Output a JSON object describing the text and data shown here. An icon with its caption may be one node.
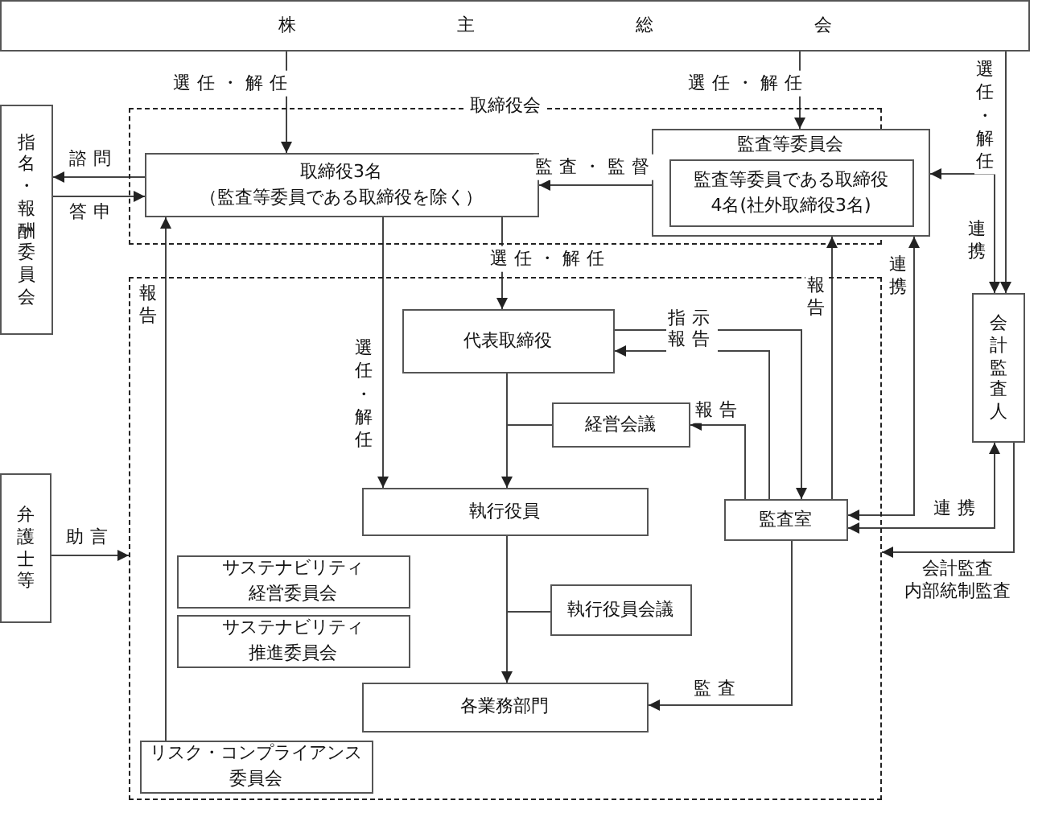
{
  "diagram": {
    "nodes": [
      {
        "text": [
          "株主総会"
        ]
      },
      {
        "text": [
          "取締役会"
        ]
      },
      {
        "text": [
          "取締役3名（監査等委員である取締役を除く）"
        ],
        "in": 1
      },
      {
        "text": [
          "監査等委員会"
        ],
        "in": 1
      },
      {
        "text": [
          "監査等委員である取締役4名(社外取締役3名)"
        ],
        "in": 3
      },
      {
        "text": [
          "指名・報酬委員会"
        ]
      },
      {
        "text": [],
        "shape": "box"
      },
      {
        "text": [
          "代表取締役"
        ],
        "in": 6
      },
      {
        "text": [
          "経営会議"
        ],
        "in": 6
      },
      {
        "text": [
          "執行役員"
        ],
        "in": 6
      },
      {
        "text": [
          "監査室"
        ],
        "in": 6
      },
      {
        "text": [
          "サステナビリティ経営委員会"
        ],
        "in": 6
      },
      {
        "text": [
          "サステナビリティ推進委員会"
        ],
        "in": 6
      },
      {
        "text": [
          "執行役員会議"
        ],
        "in": 6
      },
      {
        "text": [
          "各業務部門"
        ],
        "in": 6
      },
      {
        "text": [
          "リスク・コンプライアンス委員会"
        ],
        "in": 6
      },
      {
        "text": [
          "弁護士等"
        ]
      },
      {
        "text": [
          "会計監査人"
        ]
      }
    ],
    "edges": [
      {
        "from": 0,
        "to": 2,
        "arrow": "to",
        "label": "選任・解任"
      },
      {
        "from": 0,
        "to": 3,
        "arrow": "to",
        "label": "選任・解任"
      },
      {
        "from": 0,
        "to": 17,
        "arrow": "to",
        "label": "選任・解任"
      },
      {
        "from": 2,
        "to": 5,
        "arrow": "to",
        "label": "諮問"
      },
      {
        "from": 5,
        "to": 2,
        "arrow": "to",
        "label": "答申"
      },
      {
        "from": 3,
        "to": 2,
        "arrow": "to",
        "label": "監査・監督"
      },
      {
        "from": 2,
        "to": 7,
        "arrow": "to",
        "label": "選任・解任"
      },
      {
        "from": 2,
        "to": 9,
        "arrow": "to",
        "label": "選任・解任"
      },
      {
        "from": 15,
        "to": 2,
        "arrow": "to",
        "label": "報告"
      },
      {
        "from": 7,
        "to": 10,
        "arrow": "to",
        "label": "指示"
      },
      {
        "from": 10,
        "to": 7,
        "arrow": "to",
        "label": "報告"
      },
      {
        "from": 10,
        "to": 8,
        "arrow": "to",
        "label": "報告"
      },
      {
        "from": 10,
        "to": 3,
        "arrow": "to",
        "label": "報告"
      },
      {
        "from": 3,
        "to": 10,
        "arrow": "both",
        "label": "連携"
      },
      {
        "from": 17,
        "to": 3,
        "arrow": "both",
        "label": "連携"
      },
      {
        "from": 10,
        "to": 17,
        "arrow": "both",
        "label": "連携"
      },
      {
        "from": 17,
        "to": 6,
        "arrow": "to",
        "label": "会計監査内部統制監査"
      },
      {
        "from": 16,
        "to": 6,
        "arrow": "to",
        "label": "助言"
      },
      {
        "from": 7,
        "to": 9,
        "arrow": "to"
      },
      {
        "from": 7,
        "to": 8,
        "arrow": "none"
      },
      {
        "from": 9,
        "to": 14,
        "arrow": "to"
      },
      {
        "from": 9,
        "to": 13,
        "arrow": "none"
      },
      {
        "from": 10,
        "to": 14,
        "arrow": "to",
        "label": "監査"
      }
    ]
  }
}
